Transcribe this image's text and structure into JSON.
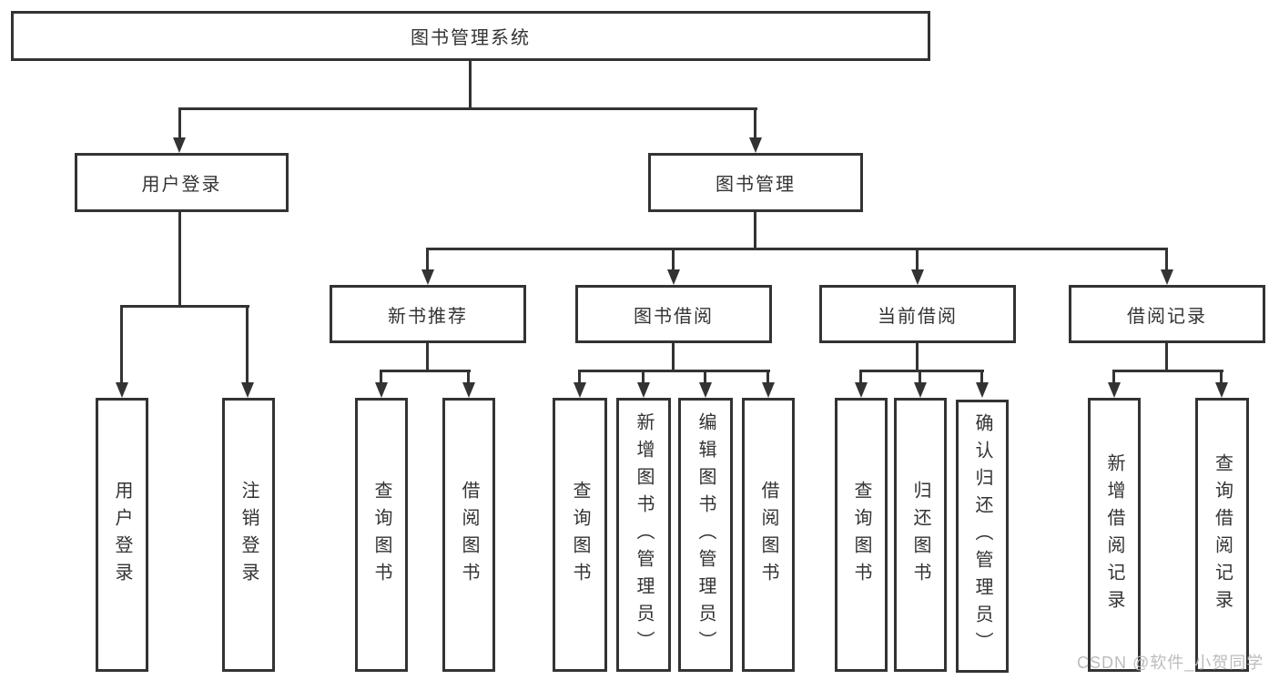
{
  "diagram": {
    "title": "图书管理系统",
    "root": {
      "label": "图书管理系统"
    },
    "branches": [
      {
        "label": "用户登录",
        "children": [
          {
            "label": "用户登录"
          },
          {
            "label": "注销登录"
          }
        ]
      },
      {
        "label": "图书管理",
        "children": [
          {
            "label": "新书推荐",
            "children": [
              {
                "label": "查询图书"
              },
              {
                "label": "借阅图书"
              }
            ]
          },
          {
            "label": "图书借阅",
            "children": [
              {
                "label": "查询图书"
              },
              {
                "label": "新增图书（管理员）"
              },
              {
                "label": "编辑图书（管理员）"
              },
              {
                "label": "借阅图书"
              }
            ]
          },
          {
            "label": "当前借阅",
            "children": [
              {
                "label": "查询图书"
              },
              {
                "label": "归还图书"
              },
              {
                "label": "确认归还（管理员）"
              }
            ]
          },
          {
            "label": "借阅记录",
            "children": [
              {
                "label": "新增借阅记录"
              },
              {
                "label": "查询借阅记录"
              }
            ]
          }
        ]
      }
    ]
  },
  "watermark": {
    "text": "CSDN @软件_小贺同学"
  },
  "colors": {
    "line": "#333333",
    "text": "#333333",
    "background": "#ffffff",
    "watermark": "#b9b9b9"
  }
}
